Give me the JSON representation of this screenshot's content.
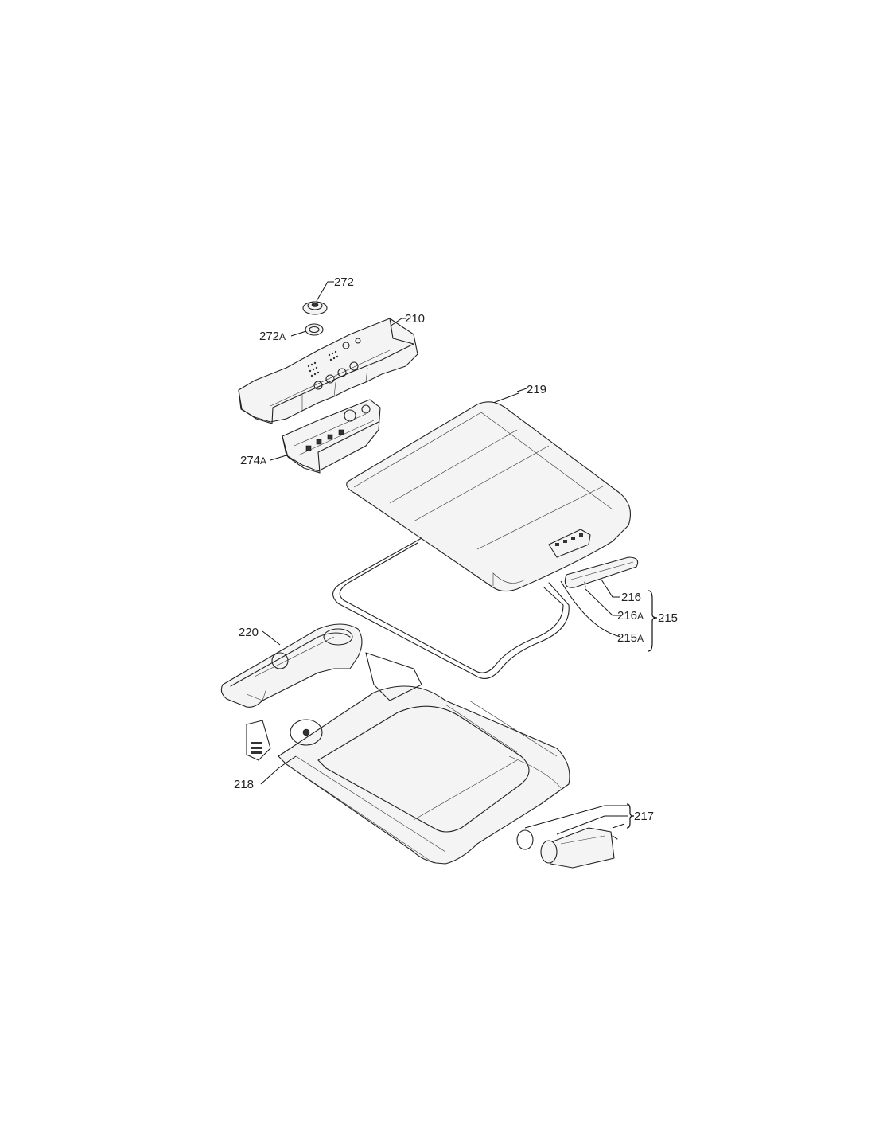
{
  "labels": {
    "p272": "272",
    "p272a": "272",
    "p272a_suffix": "A",
    "p210": "210",
    "p219": "219",
    "p274a": "274",
    "p274a_suffix": "A",
    "p216": "216",
    "p216a": "216",
    "p216a_suffix": "A",
    "p215": "215",
    "p215a": "215",
    "p215a_suffix": "A",
    "p220": "220",
    "p218": "218",
    "p217": "217"
  }
}
